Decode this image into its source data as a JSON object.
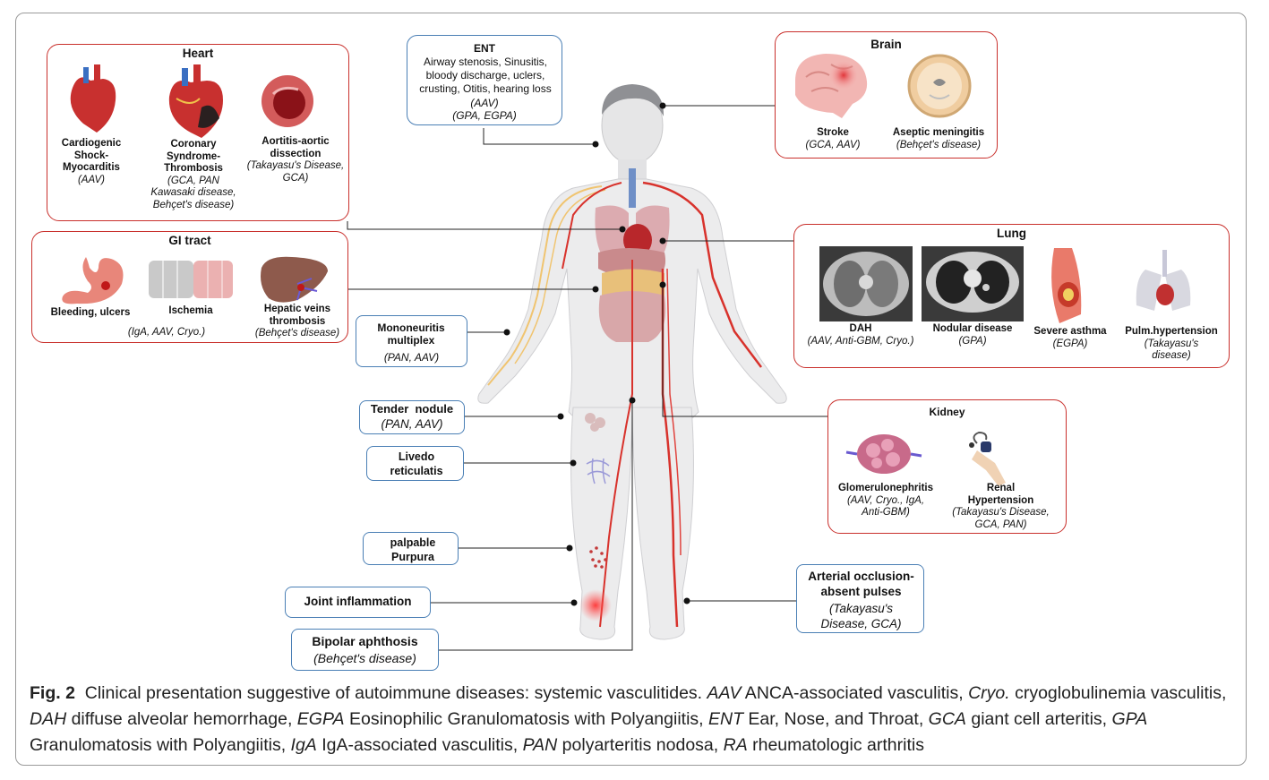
{
  "heart": {
    "title": "Heart",
    "items": [
      {
        "name": "Cardiogenic Shock-Myocarditis",
        "diseases": "(AAV)"
      },
      {
        "name": "Coronary Syndrome-Thrombosis",
        "diseases": "(GCA, PAN Kawasaki disease, Behçet's disease)"
      },
      {
        "name": "Aortitis-aortic dissection",
        "diseases": "(Takayasu's Disease, GCA)"
      }
    ]
  },
  "gi": {
    "title": "GI tract",
    "items": [
      {
        "name": "Bleeding, ulcers"
      },
      {
        "name": "Ischemia"
      },
      {
        "name": "Hepatic veins thrombosis",
        "diseases": "(Behçet's disease)"
      }
    ],
    "shared_diseases": "(IgA, AAV, Cryo.)"
  },
  "ent": {
    "title": "ENT",
    "text": "Airway stenosis, Sinusitis, bloody discharge, uclers, crusting, Otitis, hearing loss",
    "diseases_1": "(AAV)",
    "diseases_2": "(GPA, EGPA)"
  },
  "brain": {
    "title": "Brain",
    "items": [
      {
        "name": "Stroke",
        "diseases": "(GCA, AAV)"
      },
      {
        "name": "Aseptic meningitis",
        "diseases": "(Behçet's disease)"
      }
    ]
  },
  "lung": {
    "title": "Lung",
    "items": [
      {
        "name": "DAH",
        "diseases": "(AAV, Anti-GBM, Cryo.)"
      },
      {
        "name": "Nodular disease",
        "diseases": "(GPA)"
      },
      {
        "name": "Severe asthma",
        "diseases": "(EGPA)"
      },
      {
        "name": "Pulm.hypertension",
        "diseases": "(Takayasu's disease)"
      }
    ]
  },
  "kidney": {
    "title": "Kidney",
    "items": [
      {
        "name": "Glomerulonephritis",
        "diseases": "(AAV, Cryo., IgA, Anti-GBM)"
      },
      {
        "name": "Renal Hypertension",
        "diseases": "(Takayasu's Disease, GCA, PAN)"
      }
    ]
  },
  "mononeuritis": {
    "name": "Mononeuritis multiplex",
    "diseases": "(PAN, AAV)"
  },
  "tender": {
    "name": "Tender  nodule",
    "diseases": "(PAN, AAV)"
  },
  "livedo": {
    "name": "Livedo reticulatis"
  },
  "purpura": {
    "name": "palpable Purpura"
  },
  "joint": {
    "name": "Joint inflammation"
  },
  "bipolar": {
    "name": "Bipolar aphthosis",
    "diseases": "(Behçet's disease)"
  },
  "arterial": {
    "name": "Arterial occlusion-absent pulses",
    "diseases": "(Takayasu's Disease, GCA)"
  },
  "caption": {
    "fig": "Fig. 2",
    "segments": [
      {
        "text": "Clinical presentation suggestive of autoimmune diseases: systemic vasculitides. ",
        "italic": false
      },
      {
        "text": "AAV",
        "italic": true
      },
      {
        "text": " ANCA-associated vasculitis, ",
        "italic": false
      },
      {
        "text": "Cryo.",
        "italic": true
      },
      {
        "text": " cryoglobulinemia vasculitis, ",
        "italic": false
      },
      {
        "text": "DAH",
        "italic": true
      },
      {
        "text": " diffuse alveolar hemorrhage, ",
        "italic": false
      },
      {
        "text": "EGPA",
        "italic": true
      },
      {
        "text": " Eosinophilic Granulomatosis with Polyangiitis, ",
        "italic": false
      },
      {
        "text": "ENT",
        "italic": true
      },
      {
        "text": " Ear, Nose, and Throat, ",
        "italic": false
      },
      {
        "text": "GCA",
        "italic": true
      },
      {
        "text": " giant cell arteritis, ",
        "italic": false
      },
      {
        "text": "GPA",
        "italic": true
      },
      {
        "text": " Granulomatosis with Polyangiitis, ",
        "italic": false
      },
      {
        "text": "IgA",
        "italic": true
      },
      {
        "text": " IgA-associated vasculitis, ",
        "italic": false
      },
      {
        "text": "PAN",
        "italic": true
      },
      {
        "text": " polyarteritis nodosa, ",
        "italic": false
      },
      {
        "text": "RA",
        "italic": true
      },
      {
        "text": " rheumatologic arthritis",
        "italic": false
      }
    ]
  },
  "colors": {
    "red_border": "#c9302c",
    "blue_border": "#4a7fb5",
    "artery": "#d8322c",
    "body": "#e9e9ea"
  }
}
